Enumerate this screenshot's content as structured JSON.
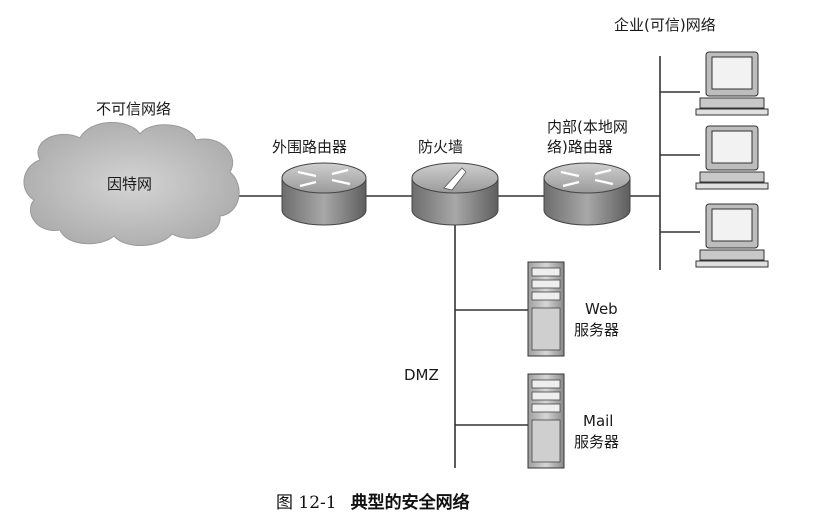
{
  "labels": {
    "enterprise_network": "企业(可信)网络",
    "untrusted_network": "不可信网络",
    "internet": "因特网",
    "perimeter_router": "外围路由器",
    "firewall": "防火墙",
    "internal_router_line1": "内部(本地网",
    "internal_router_line2": "络)路由器",
    "web_server_line1": "Web",
    "web_server_line2": "服务器",
    "dmz": "DMZ",
    "mail_server_line1": "Mail",
    "mail_server_line2": "服务器"
  },
  "caption": {
    "number": "图 12-1",
    "title": "典型的安全网络"
  },
  "icons": [
    "cloud-icon",
    "router-icon",
    "firewall-icon",
    "router-icon",
    "computer-icon",
    "server-icon"
  ]
}
